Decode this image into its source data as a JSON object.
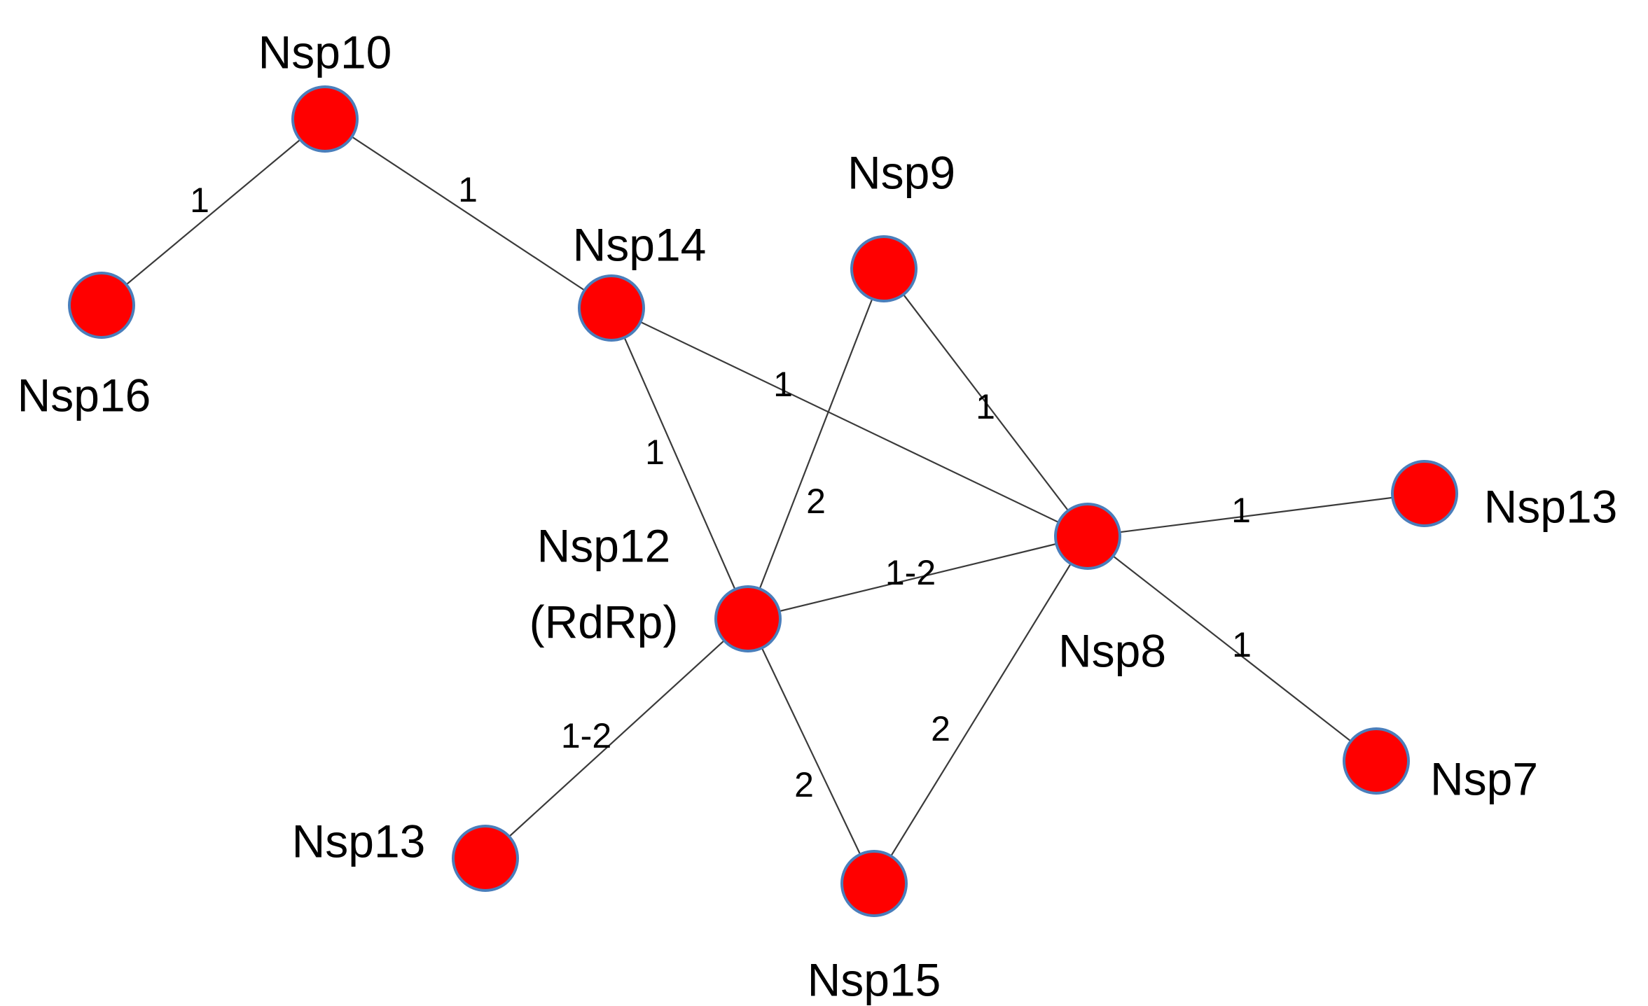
{
  "colors": {
    "node_fill": "#ff0000",
    "node_stroke": "#4a7ebb",
    "edge": "#3a3a3a"
  },
  "nodes": [
    {
      "id": "nsp10",
      "lines": [
        "Nsp10"
      ]
    },
    {
      "id": "nsp16",
      "lines": [
        "Nsp16"
      ]
    },
    {
      "id": "nsp14",
      "lines": [
        "Nsp14"
      ]
    },
    {
      "id": "nsp9",
      "lines": [
        "Nsp9"
      ]
    },
    {
      "id": "nsp12",
      "lines": [
        "Nsp12",
        "(RdRp)"
      ]
    },
    {
      "id": "nsp8",
      "lines": [
        "Nsp8"
      ]
    },
    {
      "id": "nsp13a",
      "lines": [
        "Nsp13"
      ]
    },
    {
      "id": "nsp7",
      "lines": [
        "Nsp7"
      ]
    },
    {
      "id": "nsp13b",
      "lines": [
        "Nsp13"
      ]
    },
    {
      "id": "nsp15",
      "lines": [
        "Nsp15"
      ]
    }
  ],
  "edges": [
    {
      "from": "nsp10",
      "to": "nsp16",
      "label": "1"
    },
    {
      "from": "nsp10",
      "to": "nsp14",
      "label": "1"
    },
    {
      "from": "nsp14",
      "to": "nsp8",
      "label": "1"
    },
    {
      "from": "nsp14",
      "to": "nsp12",
      "label": "1"
    },
    {
      "from": "nsp9",
      "to": "nsp12",
      "label": "2"
    },
    {
      "from": "nsp9",
      "to": "nsp8",
      "label": "1"
    },
    {
      "from": "nsp12",
      "to": "nsp8",
      "label": "1-2"
    },
    {
      "from": "nsp8",
      "to": "nsp13a",
      "label": "1"
    },
    {
      "from": "nsp8",
      "to": "nsp7",
      "label": "1"
    },
    {
      "from": "nsp12",
      "to": "nsp13b",
      "label": "1-2"
    },
    {
      "from": "nsp12",
      "to": "nsp15",
      "label": "2"
    },
    {
      "from": "nsp8",
      "to": "nsp15",
      "label": "2"
    }
  ]
}
